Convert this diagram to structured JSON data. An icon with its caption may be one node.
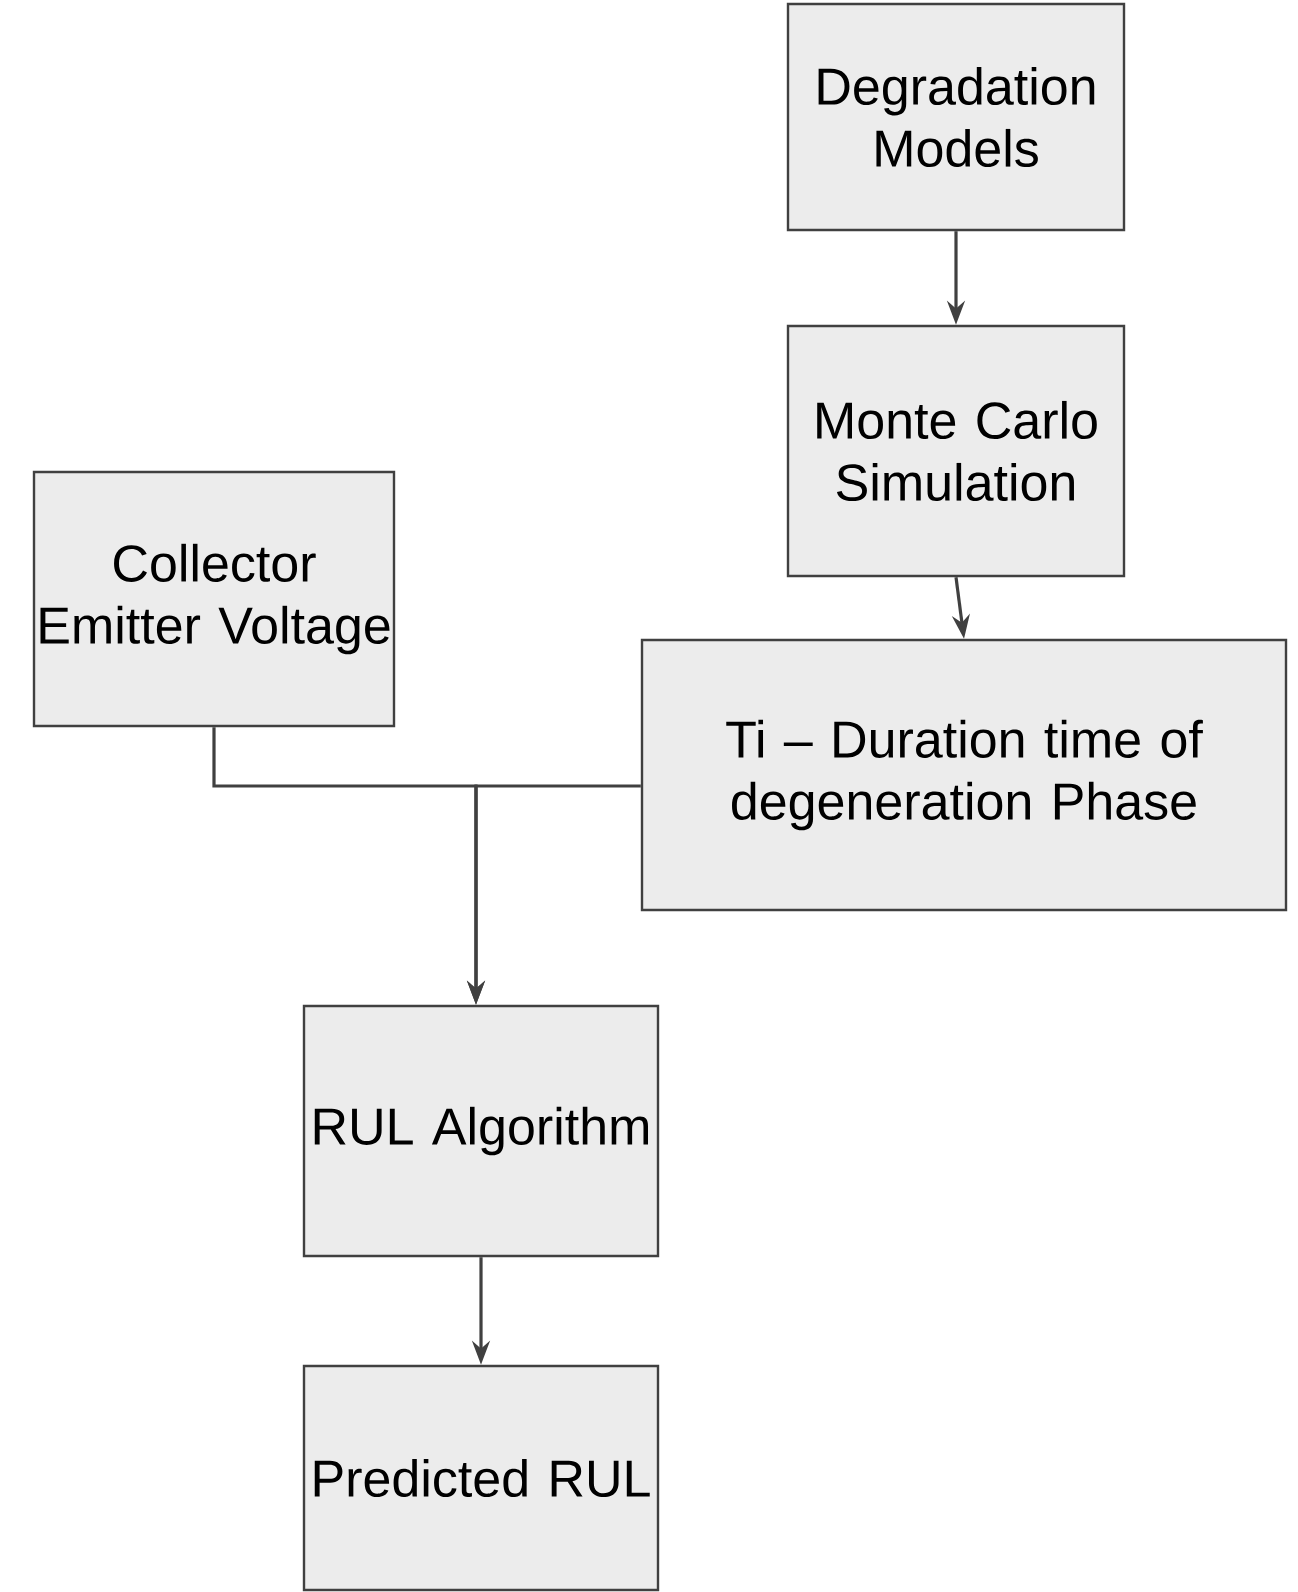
{
  "diagram": {
    "nodes": [
      {
        "text": [
          "Degradation Models"
        ]
      },
      {
        "text": [
          "Monte Carlo Simulation"
        ]
      },
      {
        "text": [
          "Collector Emitter Voltage"
        ]
      },
      {
        "text": [
          "Ti – Duration time of degeneration Phase"
        ]
      },
      {
        "text": [
          "RUL Algorithm"
        ]
      },
      {
        "text": [
          "Predicted RUL"
        ]
      }
    ],
    "edges": [
      {
        "from": 0,
        "to": 1,
        "arrow": "to"
      },
      {
        "from": 1,
        "to": 3,
        "arrow": "to"
      },
      {
        "from": 2,
        "to": 4,
        "arrow": "to"
      },
      {
        "from": 3,
        "to": 4,
        "arrow": "to"
      },
      {
        "from": 4,
        "to": 5,
        "arrow": "to"
      }
    ]
  }
}
